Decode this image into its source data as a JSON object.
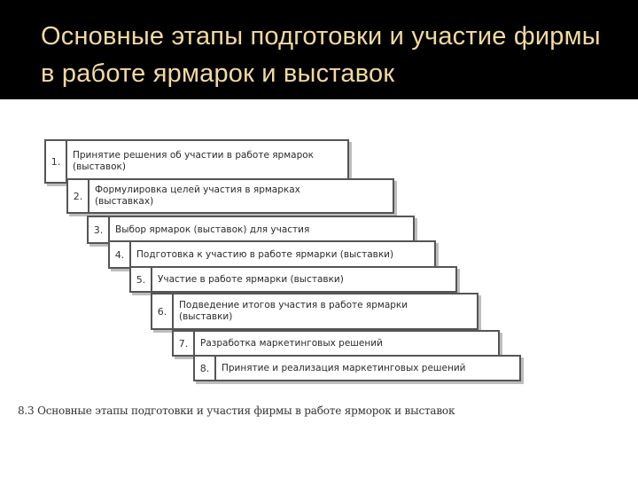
{
  "title": "Основные этапы подготовки и участие фирмы в работе ярмарок и выставок",
  "steps": [
    {
      "num": "1.",
      "text": "Принятие решения об участии в работе ярмарок\n(выставок)"
    },
    {
      "num": "2.",
      "text": "Формулировка целей участия в ярмарках\n(выставках)"
    },
    {
      "num": "3.",
      "text": "Выбор ярмарок (выставок) для участия"
    },
    {
      "num": "4.",
      "text": "Подготовка к участию в работе ярмарки (выставки)"
    },
    {
      "num": "5.",
      "text": "Участие в работе ярмарки (выставки)"
    },
    {
      "num": "6.",
      "text": "Подведение итогов участия в работе ярмарки\n(выставки)"
    },
    {
      "num": "7.",
      "text": "Разработка маркетинговых решений"
    },
    {
      "num": "8.",
      "text": "Принятие и реализация маркетинговых решений"
    }
  ],
  "caption": "8.3 Основные этапы подготовки и участия фирмы в работе ярморок и выставок",
  "colors": {
    "background": "#000000",
    "title": "#f2d9a0",
    "panel": "#ffffff",
    "border": "#555555"
  }
}
